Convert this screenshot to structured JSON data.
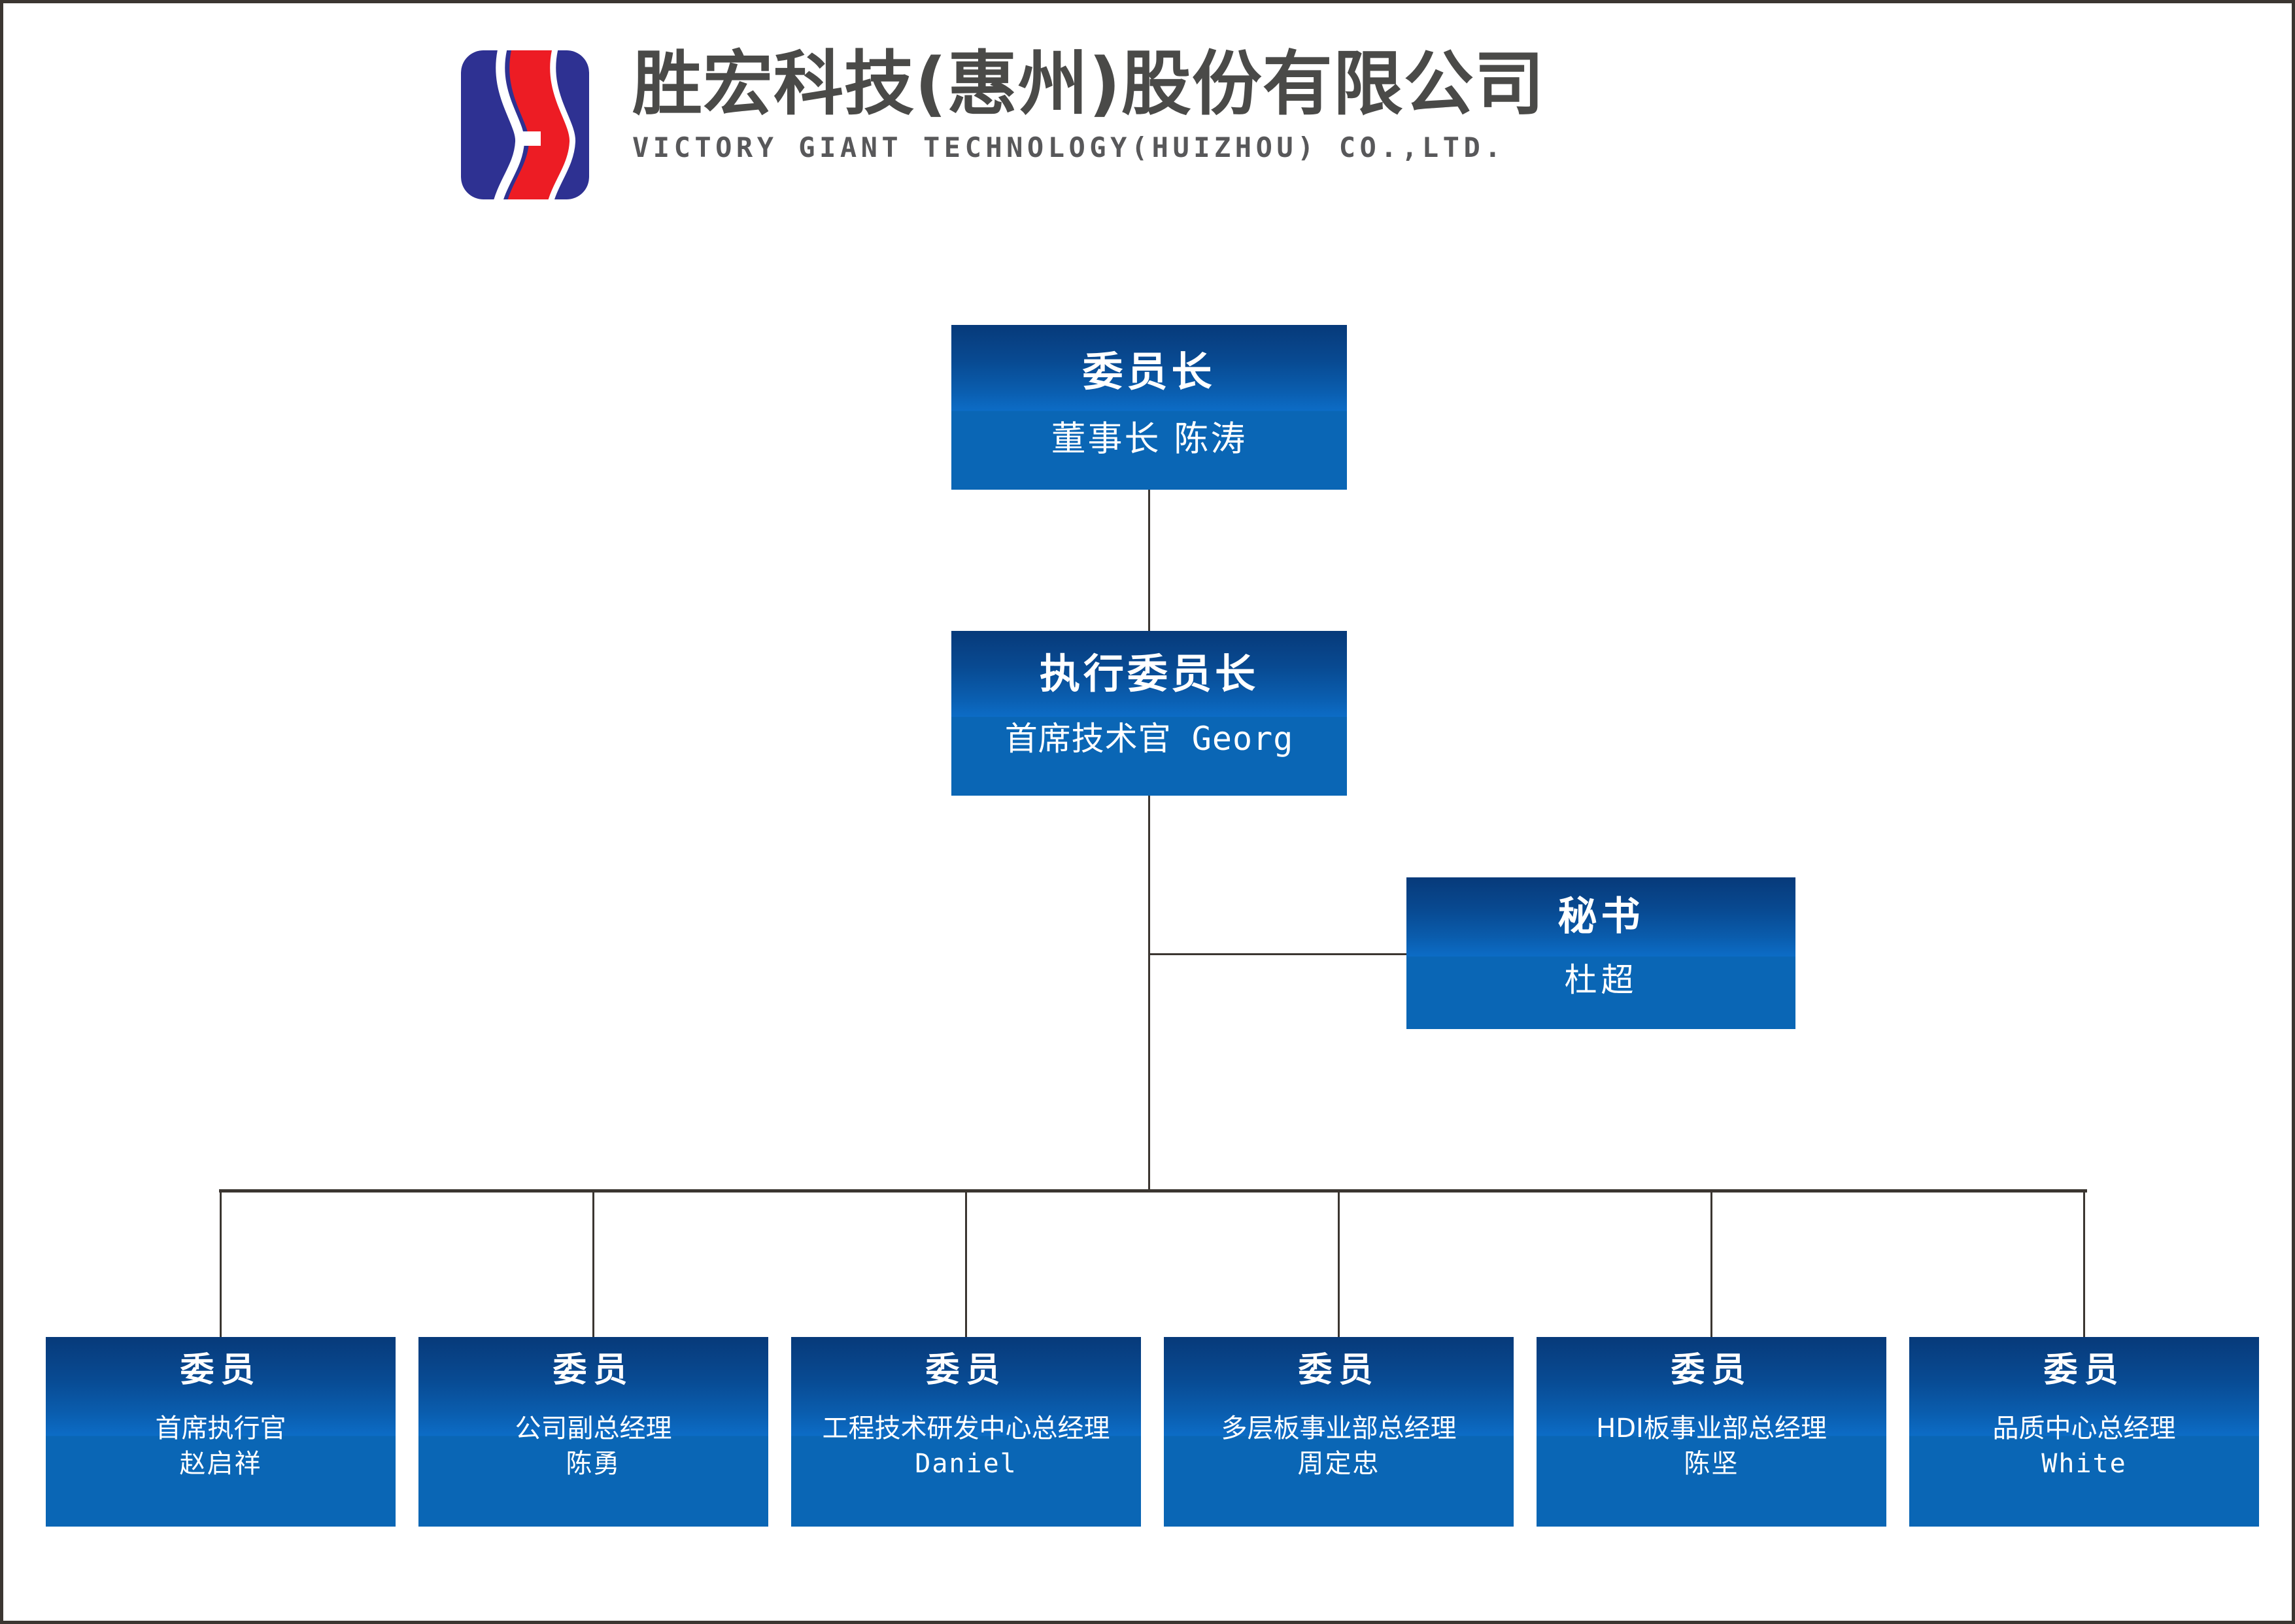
{
  "header": {
    "logo_icon": "victory-giant-s-logo",
    "logo_colors": {
      "blue": "#2e3192",
      "red": "#ed1c24"
    },
    "company_name_cn": "胜宏科技(惠州)股份有限公司",
    "company_name_en": "VICTORY GIANT TECHNOLOGY(HUIZHOU) CO.,LTD."
  },
  "theme": {
    "node_gradient_top": "#073a7a",
    "node_gradient_mid": "#0c6cc6",
    "node_flat_bottom": "#0a66b5",
    "connector_color": "#3b3631",
    "page_border": "#3b3631",
    "node_text": "#ffffff"
  },
  "chart_data": {
    "type": "diagram",
    "diagram_type": "org-chart",
    "title": "胜宏科技(惠州)股份有限公司 组织架构",
    "nodes": [
      {
        "id": "chairman",
        "level": 0,
        "title": "委员长",
        "subtitle": "董事长 陈涛",
        "subtitle_2": ""
      },
      {
        "id": "exec",
        "level": 1,
        "title": "执行委员长",
        "subtitle": "首席技术官 Georg",
        "subtitle_2": ""
      },
      {
        "id": "secretary",
        "level": 2,
        "title": "秘书",
        "subtitle": "杜超",
        "subtitle_2": ""
      },
      {
        "id": "m0",
        "level": 3,
        "title": "委员",
        "subtitle": "首席执行官",
        "subtitle_2": "赵启祥"
      },
      {
        "id": "m1",
        "level": 3,
        "title": "委员",
        "subtitle": "公司副总经理",
        "subtitle_2": "陈勇"
      },
      {
        "id": "m2",
        "level": 3,
        "title": "委员",
        "subtitle": "工程技术研发中心总经理",
        "subtitle_2": "Daniel"
      },
      {
        "id": "m3",
        "level": 3,
        "title": "委员",
        "subtitle": "多层板事业部总经理",
        "subtitle_2": "周定忠"
      },
      {
        "id": "m4",
        "level": 3,
        "title": "委员",
        "subtitle": "HDI板事业部总经理",
        "subtitle_2": "陈坚"
      },
      {
        "id": "m5",
        "level": 3,
        "title": "委员",
        "subtitle": "品质中心总经理",
        "subtitle_2": "White"
      }
    ],
    "edges": [
      {
        "from": "chairman",
        "to": "exec"
      },
      {
        "from": "exec",
        "to": "secretary"
      },
      {
        "from": "exec",
        "to": "m0"
      },
      {
        "from": "exec",
        "to": "m1"
      },
      {
        "from": "exec",
        "to": "m2"
      },
      {
        "from": "exec",
        "to": "m3"
      },
      {
        "from": "exec",
        "to": "m4"
      },
      {
        "from": "exec",
        "to": "m5"
      }
    ]
  }
}
